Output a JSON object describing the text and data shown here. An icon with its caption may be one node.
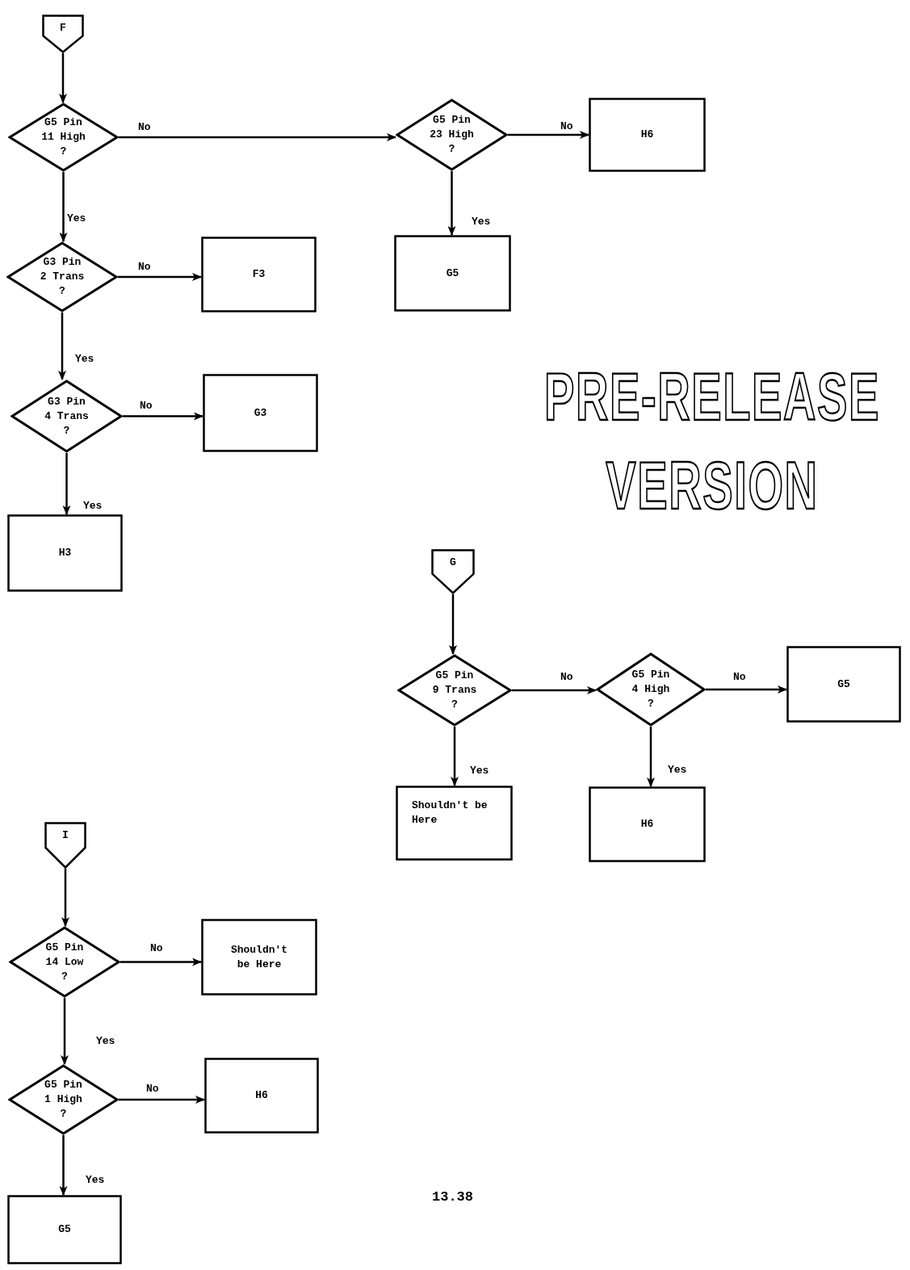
{
  "diagram": {
    "nodes": [
      {
        "text": [
          "F"
        ]
      },
      {
        "text": [
          "G5 Pin 11 High ?"
        ]
      },
      {
        "text": [
          "G5 Pin 23 High ?"
        ]
      },
      {
        "text": [
          "H6"
        ]
      },
      {
        "text": [
          "G5"
        ]
      },
      {
        "text": [
          "G3 Pin 2 Trans ?"
        ]
      },
      {
        "text": [
          "F3"
        ]
      },
      {
        "text": [
          "G3 Pin 4 Trans ?"
        ]
      },
      {
        "text": [
          "G3"
        ]
      },
      {
        "text": [
          "H3"
        ]
      },
      {
        "text": [
          "G"
        ]
      },
      {
        "text": [
          "G5 Pin 9 Trans ?"
        ]
      },
      {
        "text": [
          "G5 Pin 4 High ?"
        ]
      },
      {
        "text": [
          "G5"
        ]
      },
      {
        "text": [
          "Shouldn't be Here"
        ]
      },
      {
        "text": [
          "H6"
        ]
      },
      {
        "text": [
          "I"
        ]
      },
      {
        "text": [
          "G5 Pin 14 Low ?"
        ]
      },
      {
        "text": [
          "Shouldn't be Here"
        ]
      },
      {
        "text": [
          "G5 Pin 1 High ?"
        ]
      },
      {
        "text": [
          "H6"
        ]
      },
      {
        "text": [
          "G5"
        ]
      }
    ],
    "edges": [
      {
        "from": 0,
        "to": 1,
        "arrow": "to"
      },
      {
        "from": 1,
        "to": 2,
        "arrow": "to",
        "label": "No"
      },
      {
        "from": 2,
        "to": 3,
        "arrow": "to",
        "label": "No"
      },
      {
        "from": 2,
        "to": 4,
        "arrow": "to",
        "label": "Yes"
      },
      {
        "from": 1,
        "to": 5,
        "arrow": "to",
        "label": "Yes"
      },
      {
        "from": 5,
        "to": 6,
        "arrow": "to",
        "label": "No"
      },
      {
        "from": 5,
        "to": 7,
        "arrow": "to",
        "label": "Yes"
      },
      {
        "from": 7,
        "to": 8,
        "arrow": "to",
        "label": "No"
      },
      {
        "from": 7,
        "to": 9,
        "arrow": "to",
        "label": "Yes"
      },
      {
        "from": 10,
        "to": 11,
        "arrow": "to"
      },
      {
        "from": 11,
        "to": 12,
        "arrow": "to",
        "label": "No"
      },
      {
        "from": 12,
        "to": 13,
        "arrow": "to",
        "label": "No"
      },
      {
        "from": 11,
        "to": 14,
        "arrow": "to",
        "label": "Yes"
      },
      {
        "from": 12,
        "to": 15,
        "arrow": "to",
        "label": "Yes"
      },
      {
        "from": 16,
        "to": 17,
        "arrow": "to"
      },
      {
        "from": 17,
        "to": 18,
        "arrow": "to",
        "label": "No"
      },
      {
        "from": 17,
        "to": 19,
        "arrow": "to",
        "label": "Yes"
      },
      {
        "from": 19,
        "to": 20,
        "arrow": "to",
        "label": "No"
      },
      {
        "from": 19,
        "to": 21,
        "arrow": "to",
        "label": "Yes"
      }
    ],
    "labels": [
      "PRE-RELEASE VERSION",
      "13.38"
    ]
  }
}
